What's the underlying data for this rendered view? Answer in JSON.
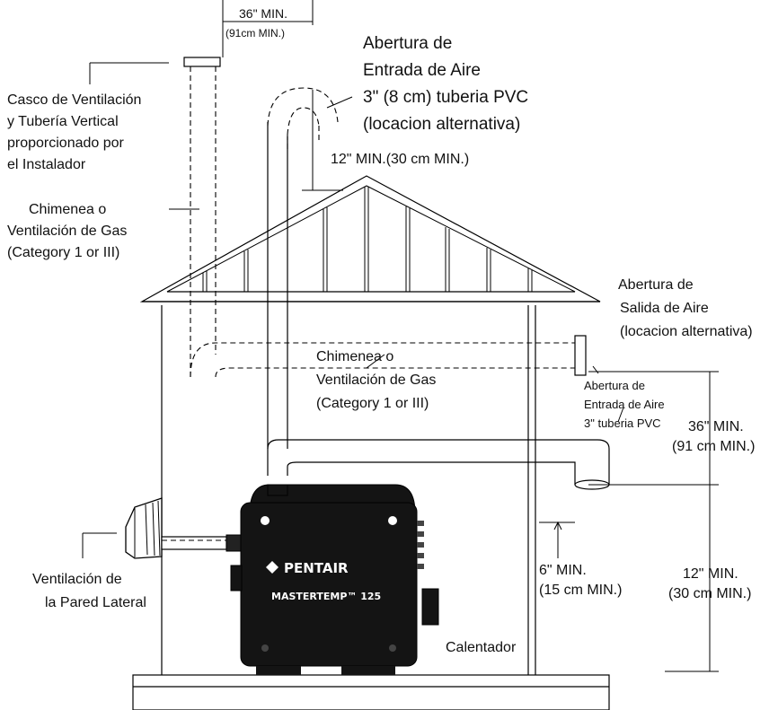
{
  "labels": {
    "clearance_top_1": "36\" MIN.",
    "clearance_top_2": "(91cm MIN.)",
    "air_inlet_title_1": "Abertura de",
    "air_inlet_title_2": "Entrada de Aire",
    "air_inlet_title_3": "3\" (8 cm) tuberia PVC",
    "air_inlet_title_4": "(locacion alternativa)",
    "roof_clearance": "12\" MIN.(30 cm MIN.)",
    "vent_cap_1": "Casco de Ventilación",
    "vent_cap_2": "y Tubería Vertical",
    "vent_cap_3": "proporcionado por",
    "vent_cap_4": "el Instalador",
    "chimney_left_1": "Chimenea o",
    "chimney_left_2": "Ventilación de Gas",
    "chimney_left_3": "(Category 1 or III)",
    "air_outlet_1": "Abertura de",
    "air_outlet_2": "Salida de Aire",
    "air_outlet_3": "(locacion alternativa)",
    "chimney_mid_1": "Chimenea o",
    "chimney_mid_2": "Ventilación de Gas",
    "chimney_mid_3": "(Category 1 or III)",
    "inlet_small_1": "Abertura de",
    "inlet_small_2": "Entrada de Aire",
    "inlet_small_3": "3\" tuberia PVC",
    "dim_36_1": "36\" MIN.",
    "dim_36_2": "(91 cm MIN.)",
    "dim_6_1": "6\" MIN.",
    "dim_6_2": "(15 cm MIN.)",
    "dim_12_1": "12\" MIN.",
    "dim_12_2": "(30 cm MIN.)",
    "sidewall_1": "Ventilación de",
    "sidewall_2": "la Pared Lateral",
    "heater": "Calentador"
  },
  "heater_branding": {
    "brand": "PENTAIR",
    "model": "MASTERTEMP™ 125"
  },
  "colors": {
    "heater_body": "#141414",
    "line": "#000000",
    "background": "#ffffff"
  }
}
